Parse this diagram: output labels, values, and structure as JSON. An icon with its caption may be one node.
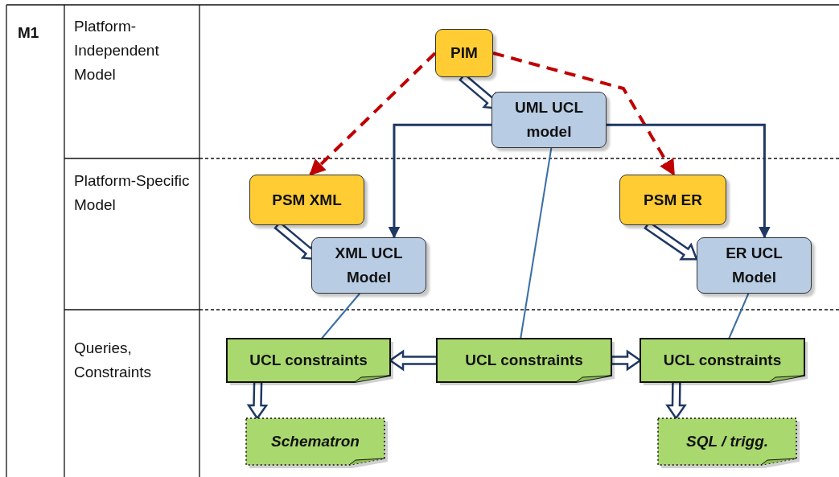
{
  "diagram": {
    "nodes": [
      {
        "text": [
          "PIM"
        ]
      },
      {
        "text": [
          "UML UCL model"
        ]
      },
      {
        "text": [
          "PSM XML"
        ]
      },
      {
        "text": [
          "XML UCL Model"
        ]
      },
      {
        "text": [
          "PSM ER"
        ]
      },
      {
        "text": [
          "ER UCL Model"
        ]
      },
      {
        "text": [
          "UCL constraints"
        ]
      },
      {
        "text": [
          "UCL constraints"
        ]
      },
      {
        "text": [
          "UCL constraints"
        ]
      },
      {
        "text": [
          "Schematron"
        ]
      },
      {
        "text": [
          "SQL / trigg."
        ]
      }
    ],
    "edges": [
      {
        "from": 0,
        "to": 1,
        "arrow": "to",
        "style": "thick"
      },
      {
        "from": 0,
        "to": 2,
        "arrow": "to",
        "style": "dashed",
        "color": "#c00000"
      },
      {
        "from": 0,
        "to": 4,
        "arrow": "to",
        "style": "dashed",
        "color": "#c00000"
      },
      {
        "from": 1,
        "to": 3,
        "arrow": "to"
      },
      {
        "from": 1,
        "to": 5,
        "arrow": "to"
      },
      {
        "from": 2,
        "to": 3,
        "arrow": "to",
        "style": "thick"
      },
      {
        "from": 4,
        "to": 5,
        "arrow": "to",
        "style": "thick"
      },
      {
        "from": 3,
        "to": 6,
        "arrow": "none",
        "color": "#3a6ea5"
      },
      {
        "from": 1,
        "to": 7,
        "arrow": "none",
        "color": "#3a6ea5"
      },
      {
        "from": 5,
        "to": 8,
        "arrow": "none",
        "color": "#3a6ea5"
      },
      {
        "from": 7,
        "to": 6,
        "arrow": "to",
        "style": "thick"
      },
      {
        "from": 7,
        "to": 8,
        "arrow": "to",
        "style": "thick"
      },
      {
        "from": 6,
        "to": 9,
        "arrow": "to",
        "style": "thick"
      },
      {
        "from": 8,
        "to": 10,
        "arrow": "to",
        "style": "thick"
      }
    ],
    "labels": [
      "M1",
      "Platform-Independent Model",
      "Platform-Specific Model",
      "Queries, Constraints"
    ]
  }
}
